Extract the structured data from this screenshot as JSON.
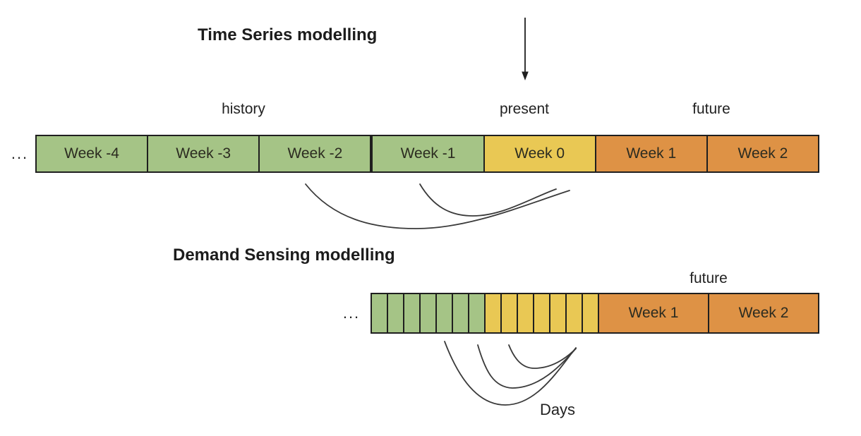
{
  "titles": {
    "time_series": "Time Series modelling",
    "demand_sensing": "Demand Sensing modelling"
  },
  "labels": {
    "history": "history",
    "present": "present",
    "future_top": "future",
    "future_bottom": "future",
    "days": "Days",
    "ellipsis_top": "...",
    "ellipsis_bottom": "..."
  },
  "colors": {
    "history_green": "#a5c486",
    "present_yellow": "#e9c854",
    "future_orange": "#de9245",
    "border_black": "#1f1f1f",
    "curve_gray": "#3a3a3a",
    "background": "#ffffff"
  },
  "timeline_weekly": {
    "cells": [
      {
        "label": "Week -4",
        "phase": "history"
      },
      {
        "label": "Week -3",
        "phase": "history"
      },
      {
        "label": "Week -2",
        "phase": "history"
      },
      {
        "label": "Week -1",
        "phase": "history"
      },
      {
        "label": "Week 0",
        "phase": "present"
      },
      {
        "label": "Week 1",
        "phase": "future"
      },
      {
        "label": "Week 2",
        "phase": "future"
      }
    ]
  },
  "timeline_daily": {
    "history_day_count": 7,
    "present_day_count": 7,
    "week_cells": [
      {
        "label": "Week 1",
        "phase": "future"
      },
      {
        "label": "Week 2",
        "phase": "future"
      }
    ]
  }
}
